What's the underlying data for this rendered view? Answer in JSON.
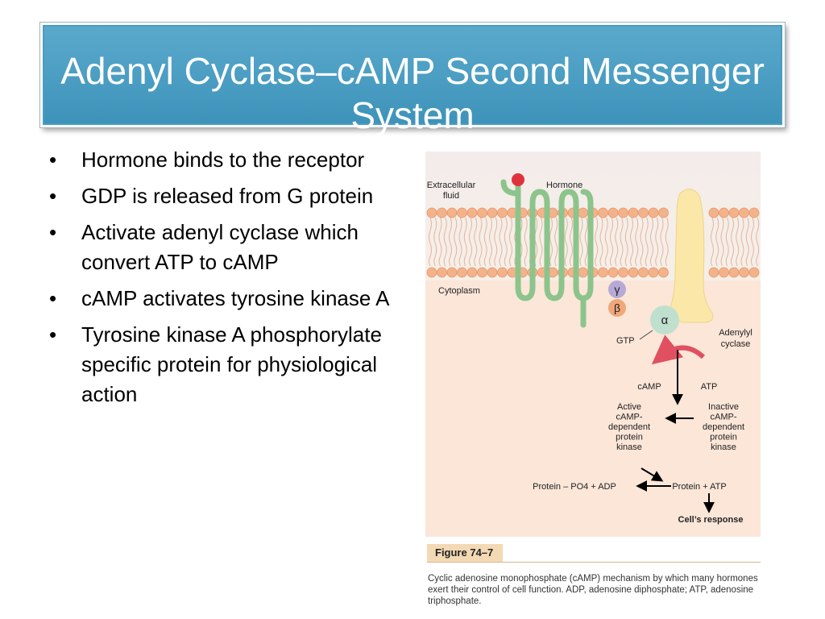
{
  "slide": {
    "title": "Adenyl Cyclase–cAMP Second Messenger System",
    "bullet_symbol": "•",
    "bullets": [
      "Hormone binds to the receptor",
      "GDP is released from G protein",
      "Activate adenyl cyclase which convert ATP to cAMP",
      "cAMP activates tyrosine kinase A",
      "Tyrosine kinase A phosphorylate specific protein for physiological action"
    ]
  },
  "figure": {
    "labels": {
      "extracellular": "Extracellular fluid",
      "hormone": "Hormone",
      "cytoplasm": "Cytoplasm",
      "gamma": "γ",
      "beta": "β",
      "alpha": "α",
      "gtp": "GTP",
      "adenylyl_cyclase": "Adenylyl cyclase",
      "camp": "cAMP",
      "atp": "ATP",
      "active_kinase": "Active cAMP- dependent protein kinase",
      "inactive_kinase": "Inactive cAMP- dependent protein kinase",
      "protein_po4": "Protein – PO4 + ADP",
      "protein_atp": "Protein + ATP",
      "response": "Cell’s response"
    },
    "figure_label": "Figure 74–7",
    "caption": "Cyclic adenosine monophosphate (cAMP) mechanism by which many hormones exert their control of cell function. ADP, adenosine diphosphate; ATP, adenosine triphosphate.",
    "colors": {
      "title_bar": "#4a9cc0",
      "receptor": "#8cc48c",
      "hormone_dot": "#e0323c",
      "membrane_head": "#f3b38a",
      "adenylyl_cyclase": "#fbe8a8",
      "alpha_subunit": "#bfe0cf",
      "gamma_subunit": "#b7a9d6",
      "beta_subunit": "#f0a77a",
      "reaction_arrow": "#e05060"
    }
  }
}
